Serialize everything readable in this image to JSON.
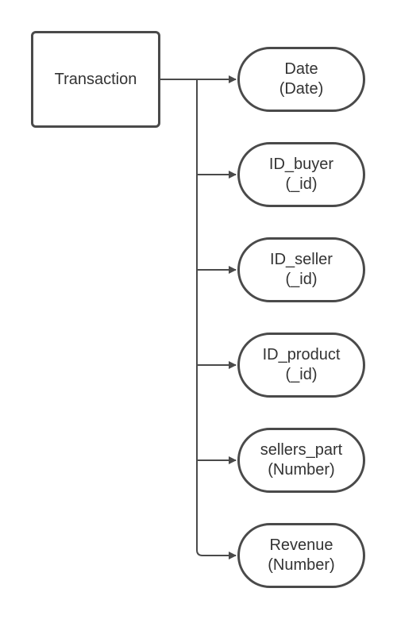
{
  "diagram": {
    "entity": {
      "label": "Transaction"
    },
    "attributes": [
      {
        "name": "Date",
        "type": "(Date)"
      },
      {
        "name": "ID_buyer",
        "type": "(_id)"
      },
      {
        "name": "ID_seller",
        "type": "(_id)"
      },
      {
        "name": "ID_product",
        "type": "(_id)"
      },
      {
        "name": "sellers_part",
        "type": "(Number)"
      },
      {
        "name": "Revenue",
        "type": "(Number)"
      }
    ],
    "colors": {
      "stroke": "#4a4a4a",
      "text": "#333333",
      "background": "#ffffff"
    }
  }
}
